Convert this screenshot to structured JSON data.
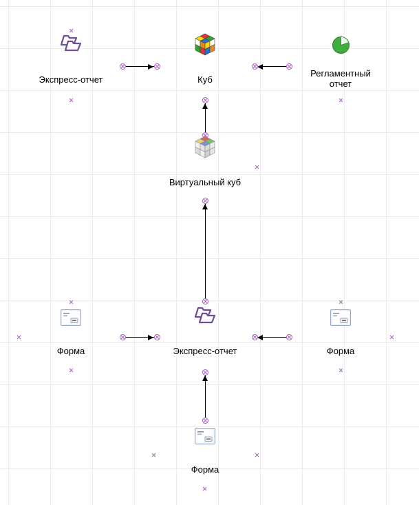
{
  "diagram": {
    "title": "",
    "nodes": [
      {
        "id": "express-report-top",
        "label": "Экспресс-отчет",
        "icon": "express-report-icon"
      },
      {
        "id": "cube",
        "label": "Куб",
        "icon": "cube-icon"
      },
      {
        "id": "regulated-report",
        "label": "Регламентный отчет",
        "icon": "regulated-report-icon"
      },
      {
        "id": "virtual-cube",
        "label": "Виртуальный куб",
        "icon": "virtual-cube-icon"
      },
      {
        "id": "form-left",
        "label": "Форма",
        "icon": "form-icon"
      },
      {
        "id": "express-report-middle",
        "label": "Экспресс-отчет",
        "icon": "express-report-icon"
      },
      {
        "id": "form-right",
        "label": "Форма",
        "icon": "form-icon"
      },
      {
        "id": "form-bottom",
        "label": "Форма",
        "icon": "form-icon"
      }
    ],
    "edges": [
      {
        "from": "express-report-top",
        "to": "cube",
        "arrow": "right"
      },
      {
        "from": "regulated-report",
        "to": "cube",
        "arrow": "left"
      },
      {
        "from": "virtual-cube",
        "to": "cube",
        "arrow": "up"
      },
      {
        "from": "express-report-middle",
        "to": "virtual-cube",
        "arrow": "up"
      },
      {
        "from": "form-left",
        "to": "express-report-middle",
        "arrow": "right"
      },
      {
        "from": "form-right",
        "to": "express-report-middle",
        "arrow": "left"
      },
      {
        "from": "form-bottom",
        "to": "express-report-middle",
        "arrow": "up"
      }
    ],
    "colors": {
      "anchor_purple": "#a663c0",
      "edge_black": "#000000",
      "grid_gray": "#ebebeb",
      "folder_purple": "#6e4f93",
      "report_green": "#3fae3f"
    }
  }
}
